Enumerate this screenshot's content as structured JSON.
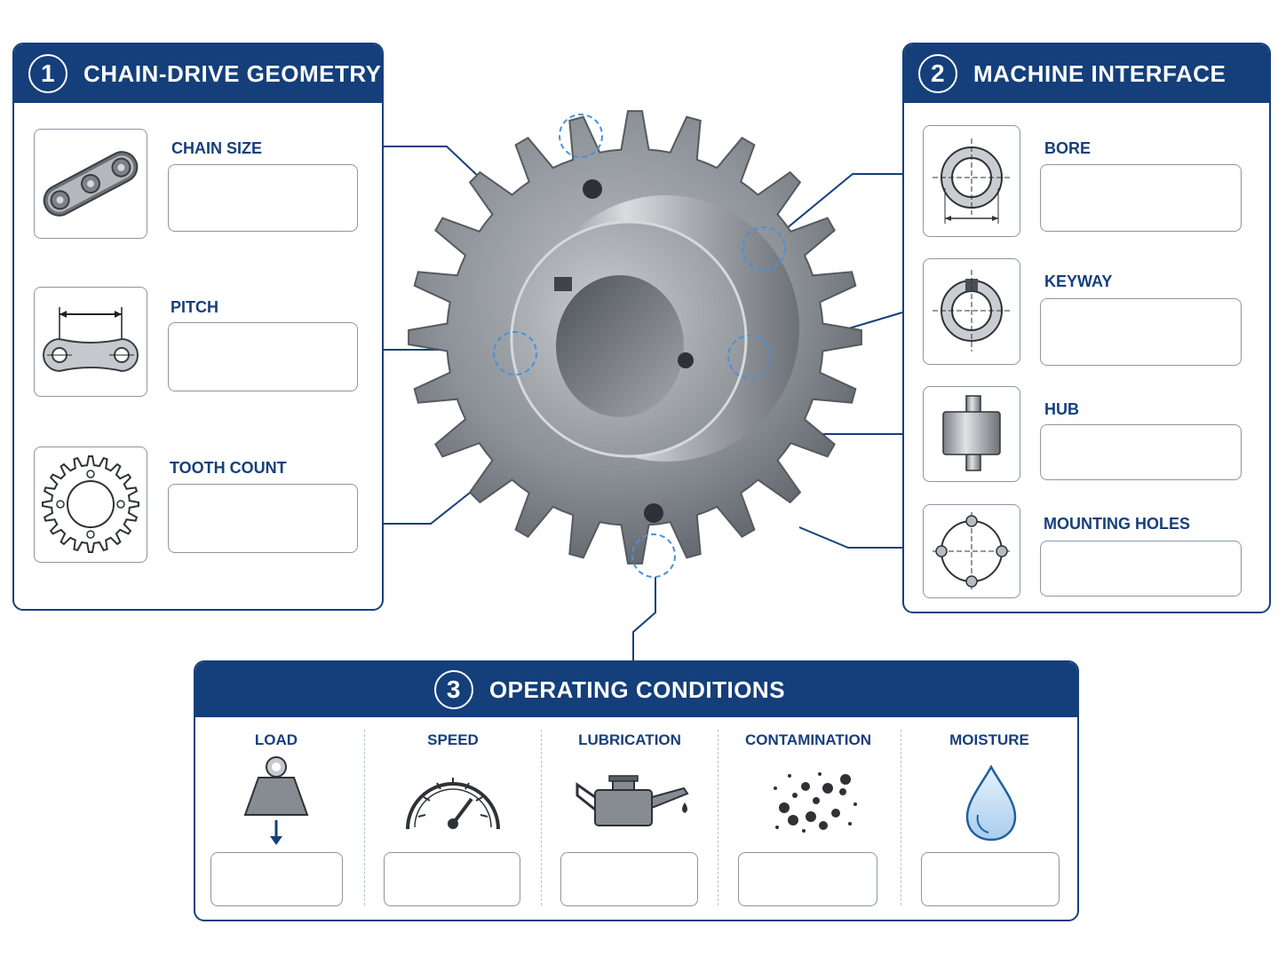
{
  "panels": {
    "chain_drive": {
      "number": "1",
      "title": "CHAIN-DRIVE GEOMETRY",
      "fields": [
        {
          "label": "CHAIN SIZE",
          "icon": "chain-link-icon",
          "value": ""
        },
        {
          "label": "PITCH",
          "icon": "pitch-link-icon",
          "value": ""
        },
        {
          "label": "TOOTH COUNT",
          "icon": "sprocket-icon",
          "value": ""
        }
      ]
    },
    "machine_interface": {
      "number": "2",
      "title": "MACHINE INTERFACE",
      "fields": [
        {
          "label": "BORE",
          "icon": "bore-icon",
          "value": ""
        },
        {
          "label": "KEYWAY",
          "icon": "keyway-icon",
          "value": ""
        },
        {
          "label": "HUB",
          "icon": "hub-icon",
          "value": ""
        },
        {
          "label": "MOUNTING HOLES",
          "icon": "mounting-holes-icon",
          "value": ""
        }
      ]
    },
    "operating_conditions": {
      "number": "3",
      "title": "OPERATING CONDITIONS",
      "fields": [
        {
          "label": "LOAD",
          "icon": "weight-icon",
          "value": ""
        },
        {
          "label": "SPEED",
          "icon": "speedometer-icon",
          "value": ""
        },
        {
          "label": "LUBRICATION",
          "icon": "oil-can-icon",
          "value": ""
        },
        {
          "label": "CONTAMINATION",
          "icon": "particles-icon",
          "value": ""
        },
        {
          "label": "MOISTURE",
          "icon": "water-drop-icon",
          "value": ""
        }
      ]
    }
  },
  "colors": {
    "header_blue": "#143f7a",
    "accent_blue": "#2f7fd0",
    "border_gray": "#8b96a3",
    "steel": "#8a8f96"
  }
}
